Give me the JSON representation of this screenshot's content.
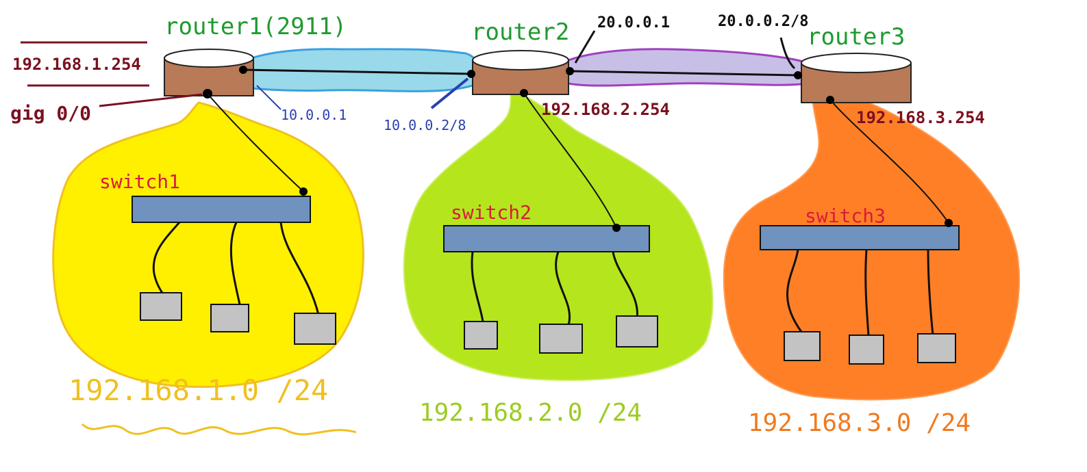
{
  "routers": {
    "r1": {
      "name": "router1(2911)"
    },
    "r2": {
      "name": "router2"
    },
    "r3": {
      "name": "router3"
    }
  },
  "switches": {
    "s1": {
      "name": "switch1"
    },
    "s2": {
      "name": "switch2"
    },
    "s3": {
      "name": "switch3"
    }
  },
  "labels": {
    "r1_lan_ip": "192.168.1.254",
    "r1_gig": "gig 0/0",
    "r1_wan_ip": "10.0.0.1",
    "r2_wan_ip_a": "10.0.0.2/8",
    "r2_wan_ip_b": "20.0.0.1",
    "r2_lan_ip": "192.168.2.254",
    "r3_wan_ip": "20.0.0.2/8",
    "r3_lan_ip": "192.168.3.254"
  },
  "networks": {
    "n1": "192.168.1.0 /24",
    "n2": "192.168.2.0 /24",
    "n3": "192.168.3.0 /24"
  },
  "colors": {
    "lan1": "#fff000",
    "lan2": "#b5e51d",
    "lan3": "#ff7f27",
    "wan1": "#99d9ea",
    "wan2": "#c8bfe7",
    "router_body": "#b97a57",
    "switch_body": "#7092be",
    "host": "#c3c3c3"
  }
}
